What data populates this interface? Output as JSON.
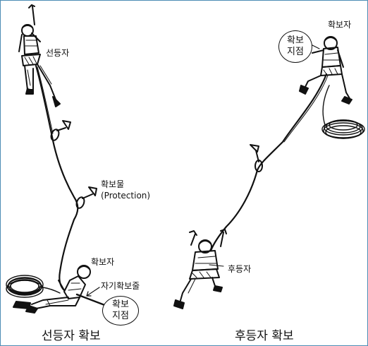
{
  "labels": {
    "leader": "선등자",
    "protection_ko": "확보물",
    "protection_en": "(Protection)",
    "belayer_left": "확보자",
    "self_belay": "자기확보줄",
    "anchor_left_1": "확보",
    "anchor_left_2": "지점",
    "anchor_right_1": "확보",
    "anchor_right_2": "지점",
    "belayer_right": "확보자",
    "follower": "후등자"
  },
  "captions": {
    "left": "선등자 확보",
    "right": "후등자 확보"
  }
}
